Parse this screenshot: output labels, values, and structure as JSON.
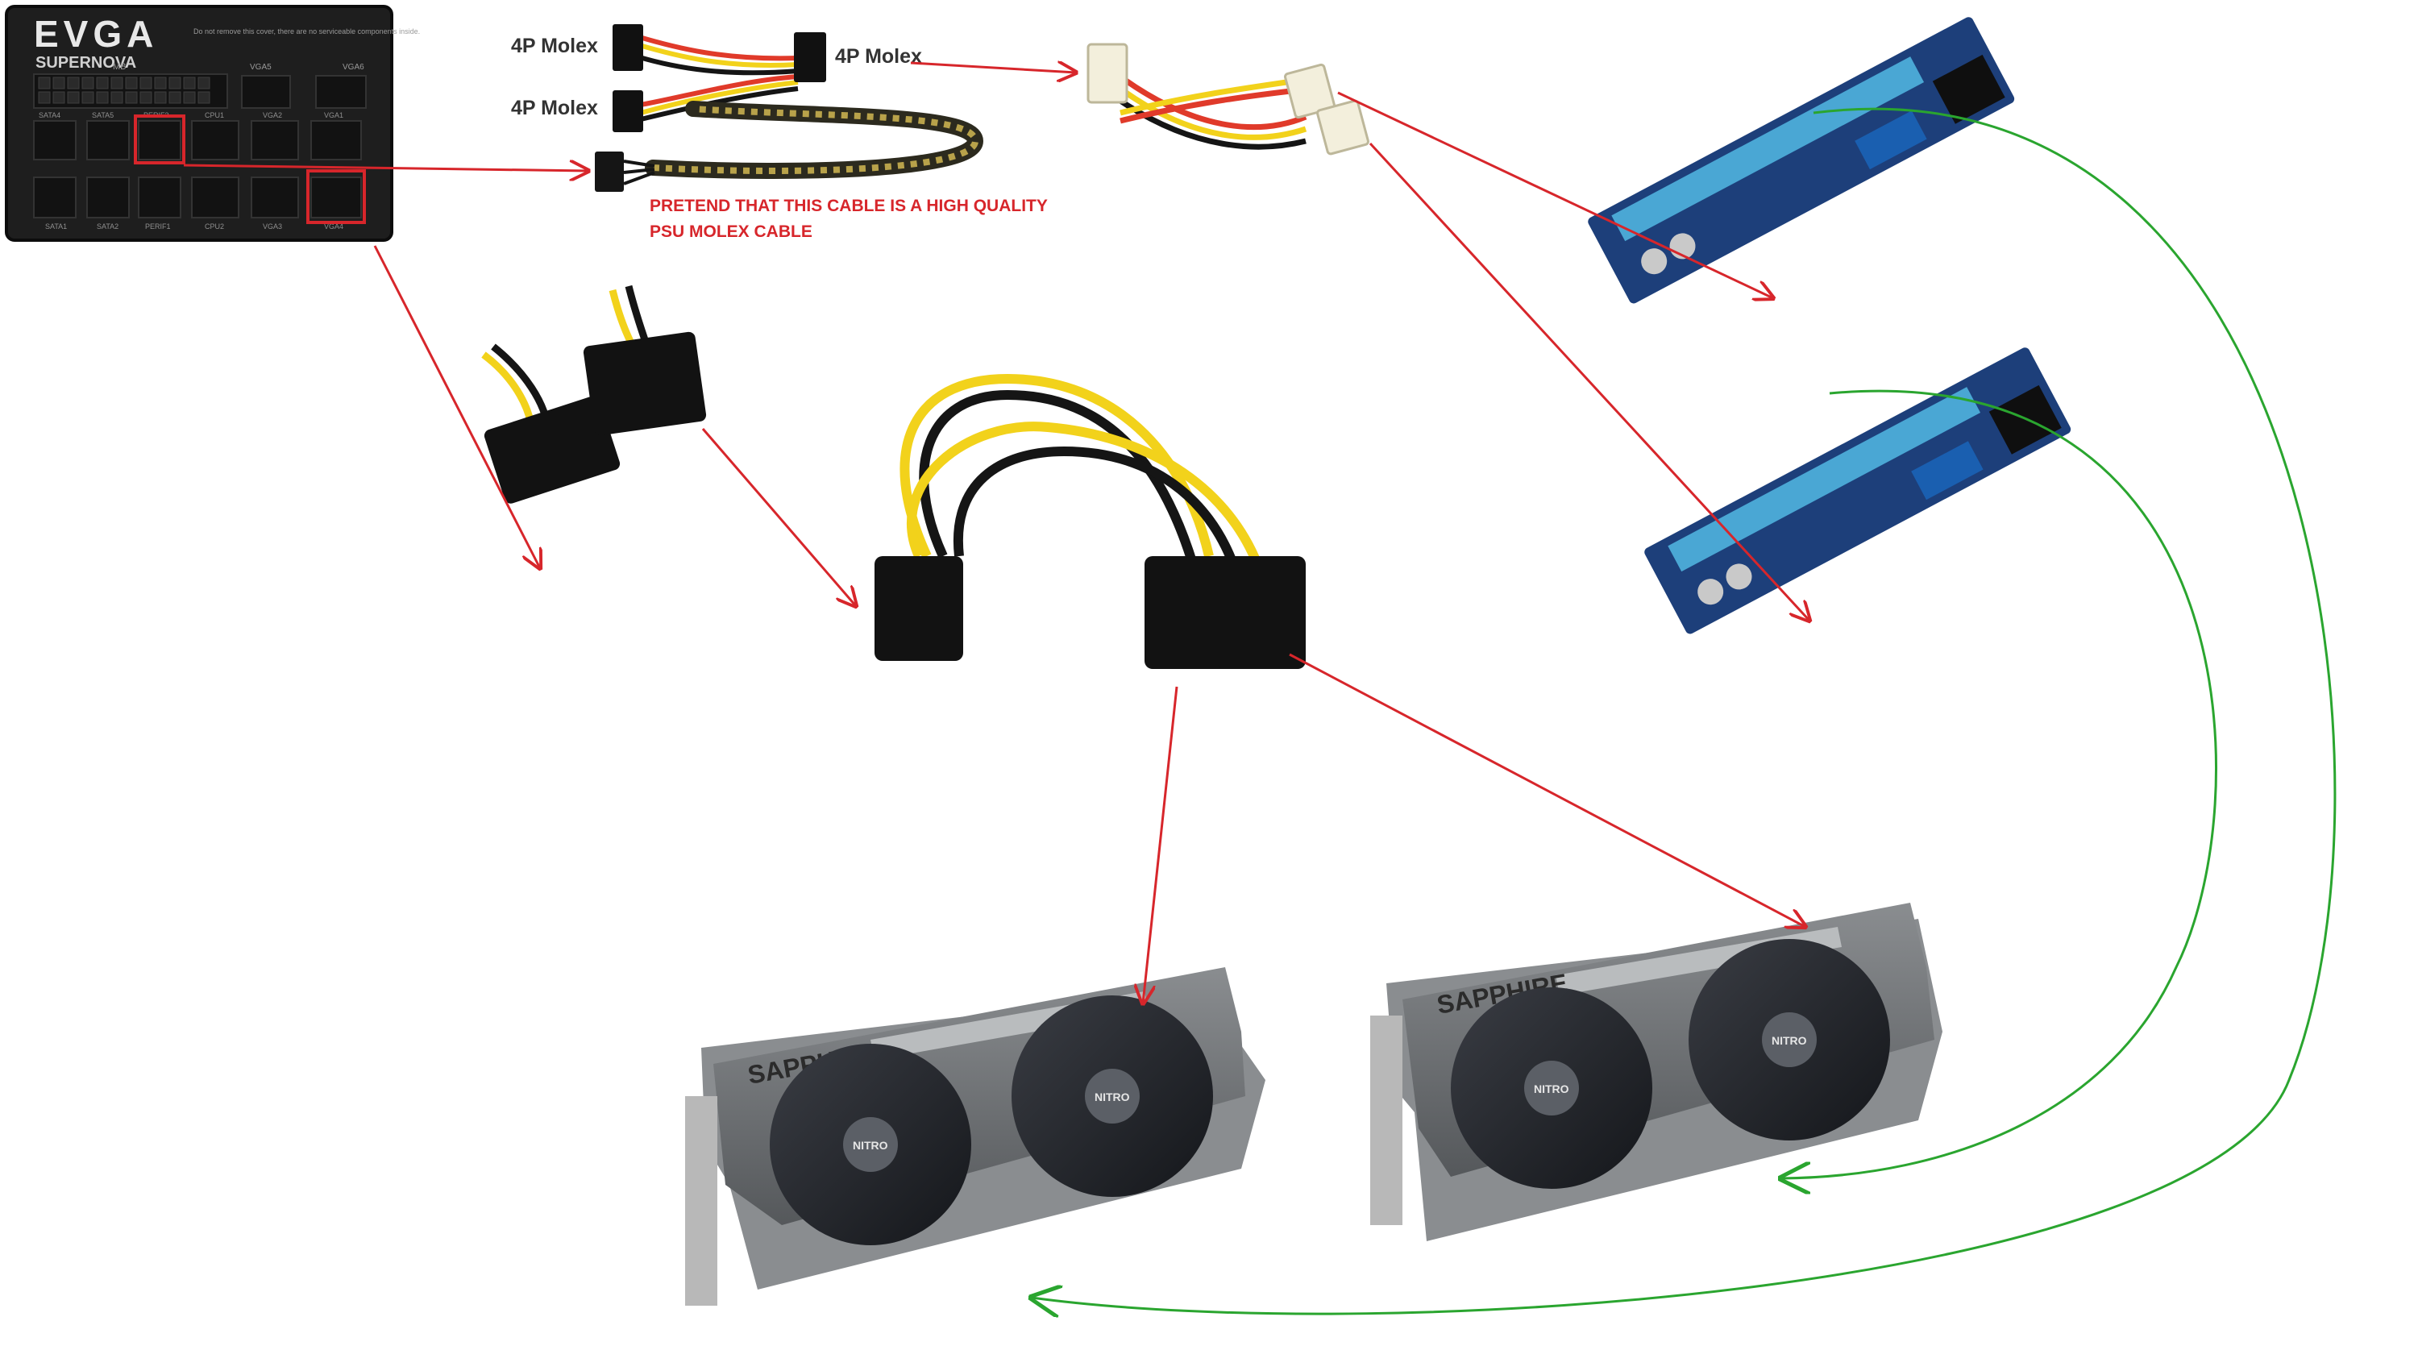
{
  "psu": {
    "brand": "EVGA",
    "model": "SUPERNOVA",
    "warning": "Do not remove this cover, there are no serviceable components inside.",
    "mb_label": "MB",
    "port_labels_row1": [
      "SATA4",
      "SATA5",
      "PERIF3",
      "CPU1",
      "VGA2",
      "VGA1"
    ],
    "port_labels_row2": [
      "SATA1",
      "SATA2",
      "PERIF1",
      "CPU2",
      "VGA3",
      "VGA4"
    ],
    "top_labels": [
      "VGA5",
      "VGA6"
    ]
  },
  "cable": {
    "label_top": "4P Molex",
    "label_mid": "4P Molex",
    "label_right": "4P Molex",
    "note_line1": "PRETEND THAT THIS CABLE IS A HIGH QUALITY",
    "note_line2": "PSU MOLEX CABLE"
  },
  "gpu": {
    "brand": "SAPPHIRE",
    "fan_badge": "NITRO"
  },
  "colors": {
    "power_arrow": "#d7262b",
    "riser_arrow": "#2aa52f",
    "note_text": "#d7262b",
    "psu_body": "#1e1e1e",
    "riser_board": "#1d3f7a",
    "riser_slot": "#4aa7d4",
    "gpu_shroud": "#6b6e71",
    "wire_yellow": "#f2d21b",
    "wire_red": "#e03a2a",
    "wire_black": "#151515"
  }
}
